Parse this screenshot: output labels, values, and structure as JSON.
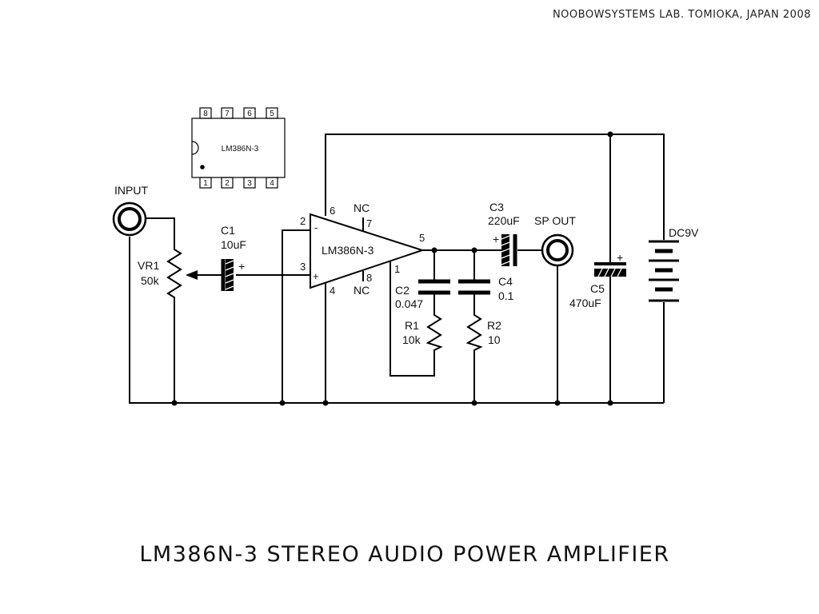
{
  "credit": "NOOBOWSYSTEMS LAB. TOMIOKA, JAPAN 2008",
  "title": "LM386N-3 STEREO AUDIO POWER AMPLIFIER",
  "ic": {
    "package_label": "LM386N-3",
    "top_pins": [
      "8",
      "7",
      "6",
      "5"
    ],
    "bottom_pins": [
      "1",
      "2",
      "3",
      "4"
    ],
    "amp_label": "LM386N-3",
    "pin2": "2",
    "pin3": "3",
    "pin4": "4",
    "pin5": "5",
    "pin6": "6",
    "pin7": "7",
    "pin8": "8",
    "pin1": "1",
    "minus": "-",
    "plus": "+",
    "nc_top": "NC",
    "nc_bottom": "NC"
  },
  "components": {
    "input": "INPUT",
    "vr1": {
      "name": "VR1",
      "value": "50k"
    },
    "c1": {
      "name": "C1",
      "value": "10uF",
      "polarity": "+"
    },
    "c2": {
      "name": "C2",
      "value": "0.047"
    },
    "r1": {
      "name": "R1",
      "value": "10k"
    },
    "c3": {
      "name": "C3",
      "value": "220uF",
      "polarity": "+"
    },
    "c4": {
      "name": "C4",
      "value": "0.1"
    },
    "r2": {
      "name": "R2",
      "value": "10"
    },
    "sp_out": "SP OUT",
    "c5": {
      "name": "C5",
      "value": "470uF",
      "polarity": "+"
    },
    "battery": "DC9V"
  }
}
